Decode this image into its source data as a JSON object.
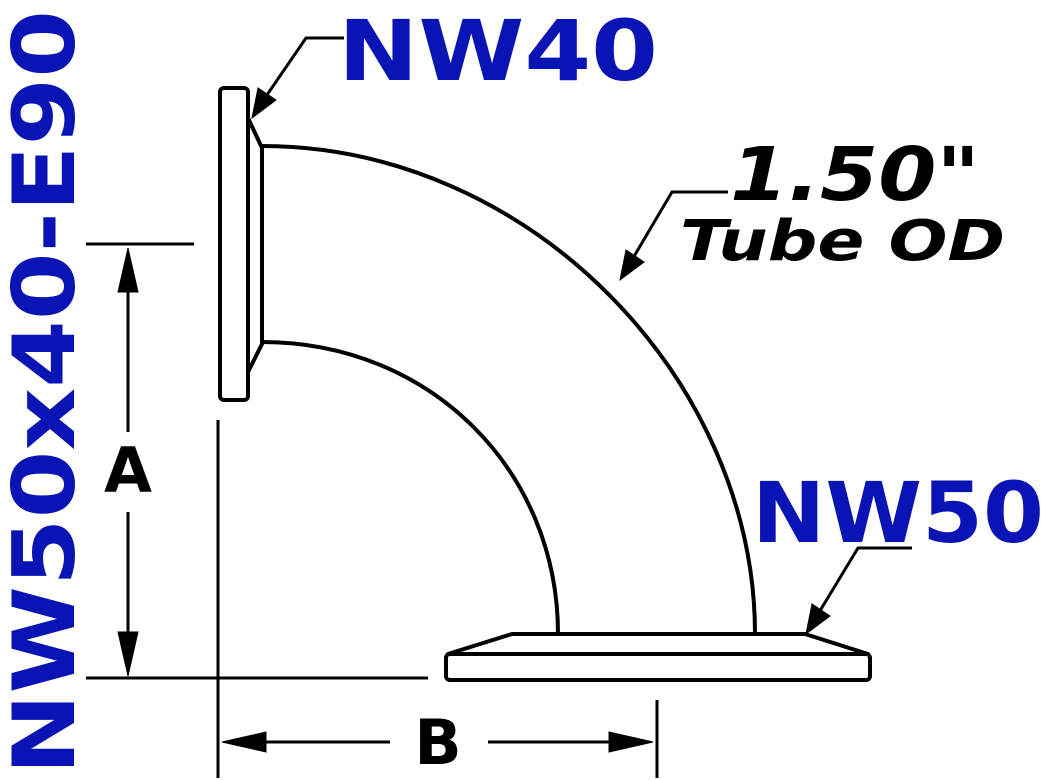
{
  "diagram": {
    "part_number": "NW50x40-E90",
    "top_flange_label": "NW40",
    "bottom_flange_label": "NW50",
    "tube_size": "1.50\"",
    "tube_caption": "Tube OD",
    "dim_a": "A",
    "dim_b": "B"
  },
  "colors": {
    "label_blue": "#0a14b4",
    "line": "#000000",
    "background": "#ffffff"
  }
}
